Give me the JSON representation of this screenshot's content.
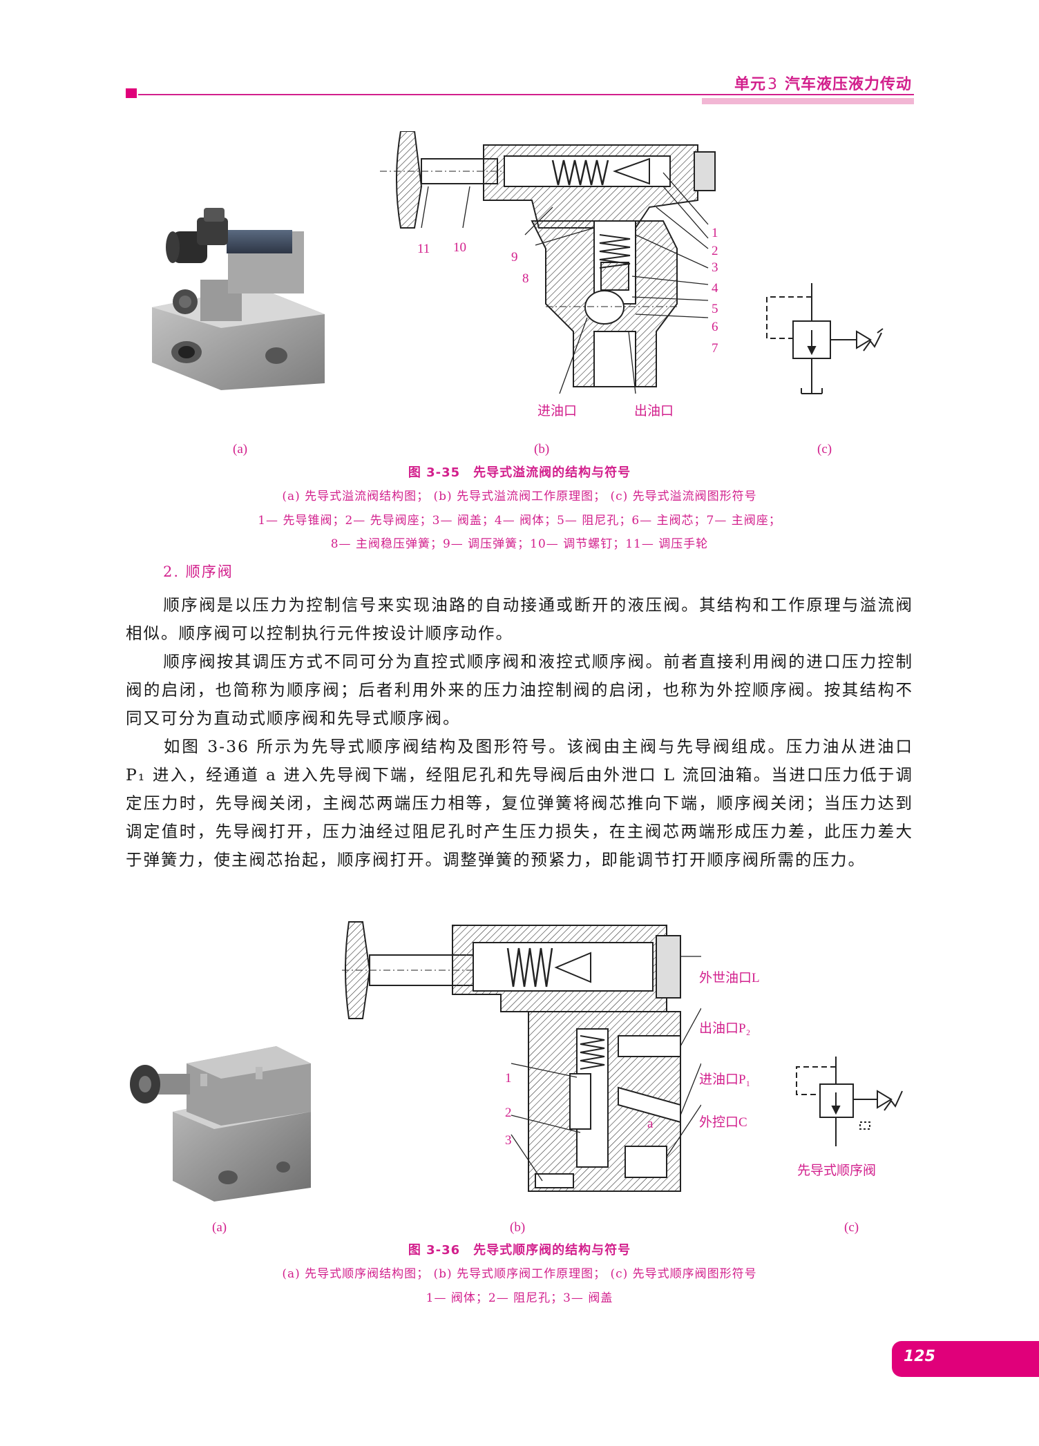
{
  "header": {
    "unit_label": "单元",
    "unit_number": "3",
    "unit_title": "汽车液压液力传动"
  },
  "figure_35": {
    "sublabels": [
      "(a)",
      "(b)",
      "(c)"
    ],
    "callouts": [
      "1",
      "2",
      "3",
      "4",
      "5",
      "6",
      "7",
      "8",
      "9",
      "10",
      "11"
    ],
    "port_in": "进油口",
    "port_out": "出油口",
    "title": "图 3-35　先导式溢流阀的结构与符号",
    "subtitle": "(a) 先导式溢流阀结构图；  (b) 先导式溢流阀工作原理图；  (c) 先导式溢流阀图形符号",
    "legend_line1": "1— 先导锥阀；2— 先导阀座；3— 阀盖；4— 阀体；5— 阻尼孔；6— 主阀芯；7— 主阀座；",
    "legend_line2": "8— 主阀稳压弹簧；9— 调压弹簧；10— 调节螺钉；11— 调压手轮"
  },
  "section": {
    "heading": "2. 顺序阀"
  },
  "paragraphs": [
    "顺序阀是以压力为控制信号来实现油路的自动接通或断开的液压阀。其结构和工作原理与溢流阀相似。顺序阀可以控制执行元件按设计顺序动作。",
    "顺序阀按其调压方式不同可分为直控式顺序阀和液控式顺序阀。前者直接利用阀的进口压力控制阀的启闭，也简称为顺序阀；后者利用外来的压力油控制阀的启闭，也称为外控顺序阀。按其结构不同又可分为直动式顺序阀和先导式顺序阀。",
    "如图 3-36 所示为先导式顺序阀结构及图形符号。该阀由主阀与先导阀组成。压力油从进油口 P₁ 进入，经通道 a 进入先导阀下端，经阻尼孔和先导阀后由外泄口 L 流回油箱。当进口压力低于调定压力时，先导阀关闭，主阀芯两端压力相等，复位弹簧将阀芯推向下端，顺序阀关闭；当压力达到调定值时，先导阀打开，压力油经过阻尼孔时产生压力损失，在主阀芯两端形成压力差，此压力差大于弹簧力，使主阀芯抬起，顺序阀打开。调整弹簧的预紧力，即能调节打开顺序阀所需的压力。"
  ],
  "figure_36": {
    "sublabels": [
      "(a)",
      "(b)",
      "(c)"
    ],
    "callouts": [
      "1",
      "2",
      "3"
    ],
    "port_drain": "外世油口L",
    "port_out": "出油口P₂",
    "port_in": "进油口P₁",
    "port_control": "外控口C",
    "passage_a": "a",
    "symbol_label": "先导式顺序阀",
    "title": "图 3-36　先导式顺序阀的结构与符号",
    "subtitle": "(a) 先导式顺序阀结构图；  (b) 先导式顺序阀工作原理图；  (c) 先导式顺序阀图形符号",
    "legend_line1": "1— 阀体；2— 阻尼孔；3— 阀盖"
  },
  "footer": {
    "page_number": "125"
  },
  "colors": {
    "accent": "#d21f8c",
    "tab": "#e0007a",
    "accent_light": "#f2b6d4",
    "text": "#1a1a1a"
  }
}
